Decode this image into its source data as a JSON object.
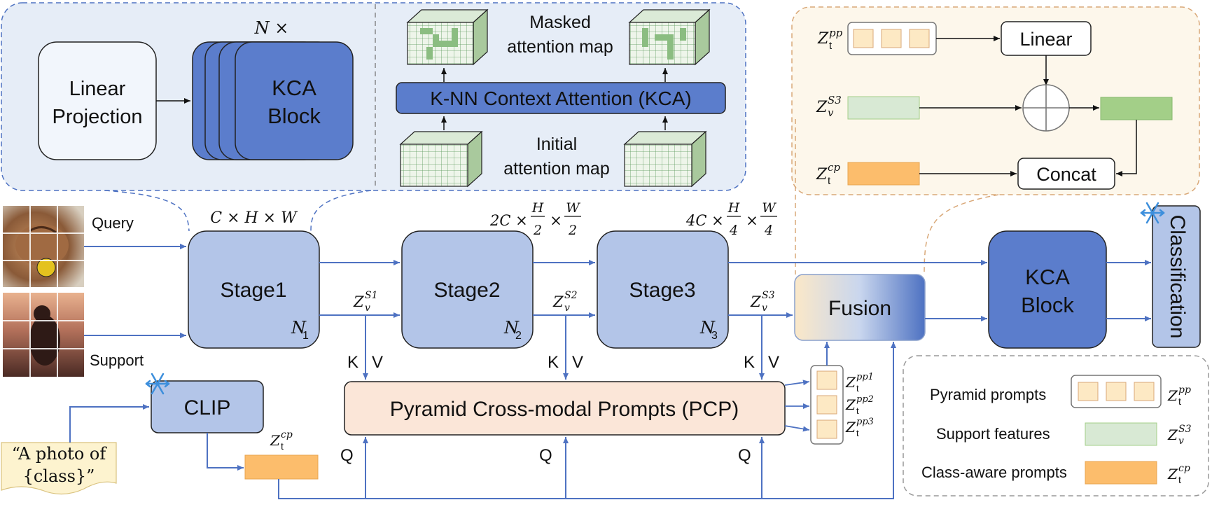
{
  "top_panel": {
    "linear_projection": [
      "Linear",
      "Projection"
    ],
    "repeat": "N ×",
    "kca_block": [
      "KCA",
      "Block"
    ],
    "masked_map": [
      "Masked",
      "attention map"
    ],
    "kca_bar": "K-NN Context Attention (KCA)",
    "initial_map": [
      "Initial",
      "attention map"
    ]
  },
  "inputs": {
    "query": "Query",
    "support": "Support"
  },
  "dims": {
    "stage1": "C × H × W",
    "stage2": [
      "2C ×",
      "H",
      "2",
      "×",
      "W",
      "2"
    ],
    "stage3": [
      "4C ×",
      "H",
      "4",
      "×",
      "W",
      "4"
    ]
  },
  "stages": [
    {
      "label": "Stage1",
      "n_base": "N",
      "n_sub": "1",
      "z_sup": "S1"
    },
    {
      "label": "Stage2",
      "n_base": "N",
      "n_sub": "2",
      "z_sup": "S2"
    },
    {
      "label": "Stage3",
      "n_base": "N",
      "n_sub": "3",
      "z_sup": "S3"
    }
  ],
  "z": {
    "base": "Z",
    "v_sub": "v",
    "t_sub": "t",
    "pp": "pp",
    "s3": "S3",
    "cp": "cp",
    "pp1": "pp1",
    "pp2": "pp2",
    "pp3": "pp3"
  },
  "kv": {
    "k": "K",
    "v": "V",
    "q": "Q"
  },
  "pcp": "Pyramid Cross-modal Prompts (PCP)",
  "clip": "CLIP",
  "text_prompt": [
    "“A photo of",
    "{class}”"
  ],
  "fusion": "Fusion",
  "kca_block_right": [
    "KCA",
    "Block"
  ],
  "classification": "Classification",
  "fusion_detail": {
    "linear": "Linear",
    "concat": "Concat"
  },
  "legend": [
    {
      "label": "Pyramid prompts",
      "z_sup": "pp",
      "z_sub": "t"
    },
    {
      "label": "Support features",
      "z_sup": "S3",
      "z_sub": "v"
    },
    {
      "label": "Class-aware prompts",
      "z_sup": "cp",
      "z_sub": "t"
    }
  ],
  "colors": {
    "accent_blue": "#4e72c2",
    "stage_fill": "#b3c5e8",
    "kca_fill": "#5b7dcc",
    "panel_fill": "#e6edf7",
    "pcp_fill": "#fbe6d8",
    "prompt_fill": "#fde9c4",
    "orange": "#fcbd6c",
    "green": "#a3cf88",
    "light_green": "#d8e9d4",
    "note_fill": "#fdf3cf",
    "fusion_panel": "#fdf7eb"
  }
}
